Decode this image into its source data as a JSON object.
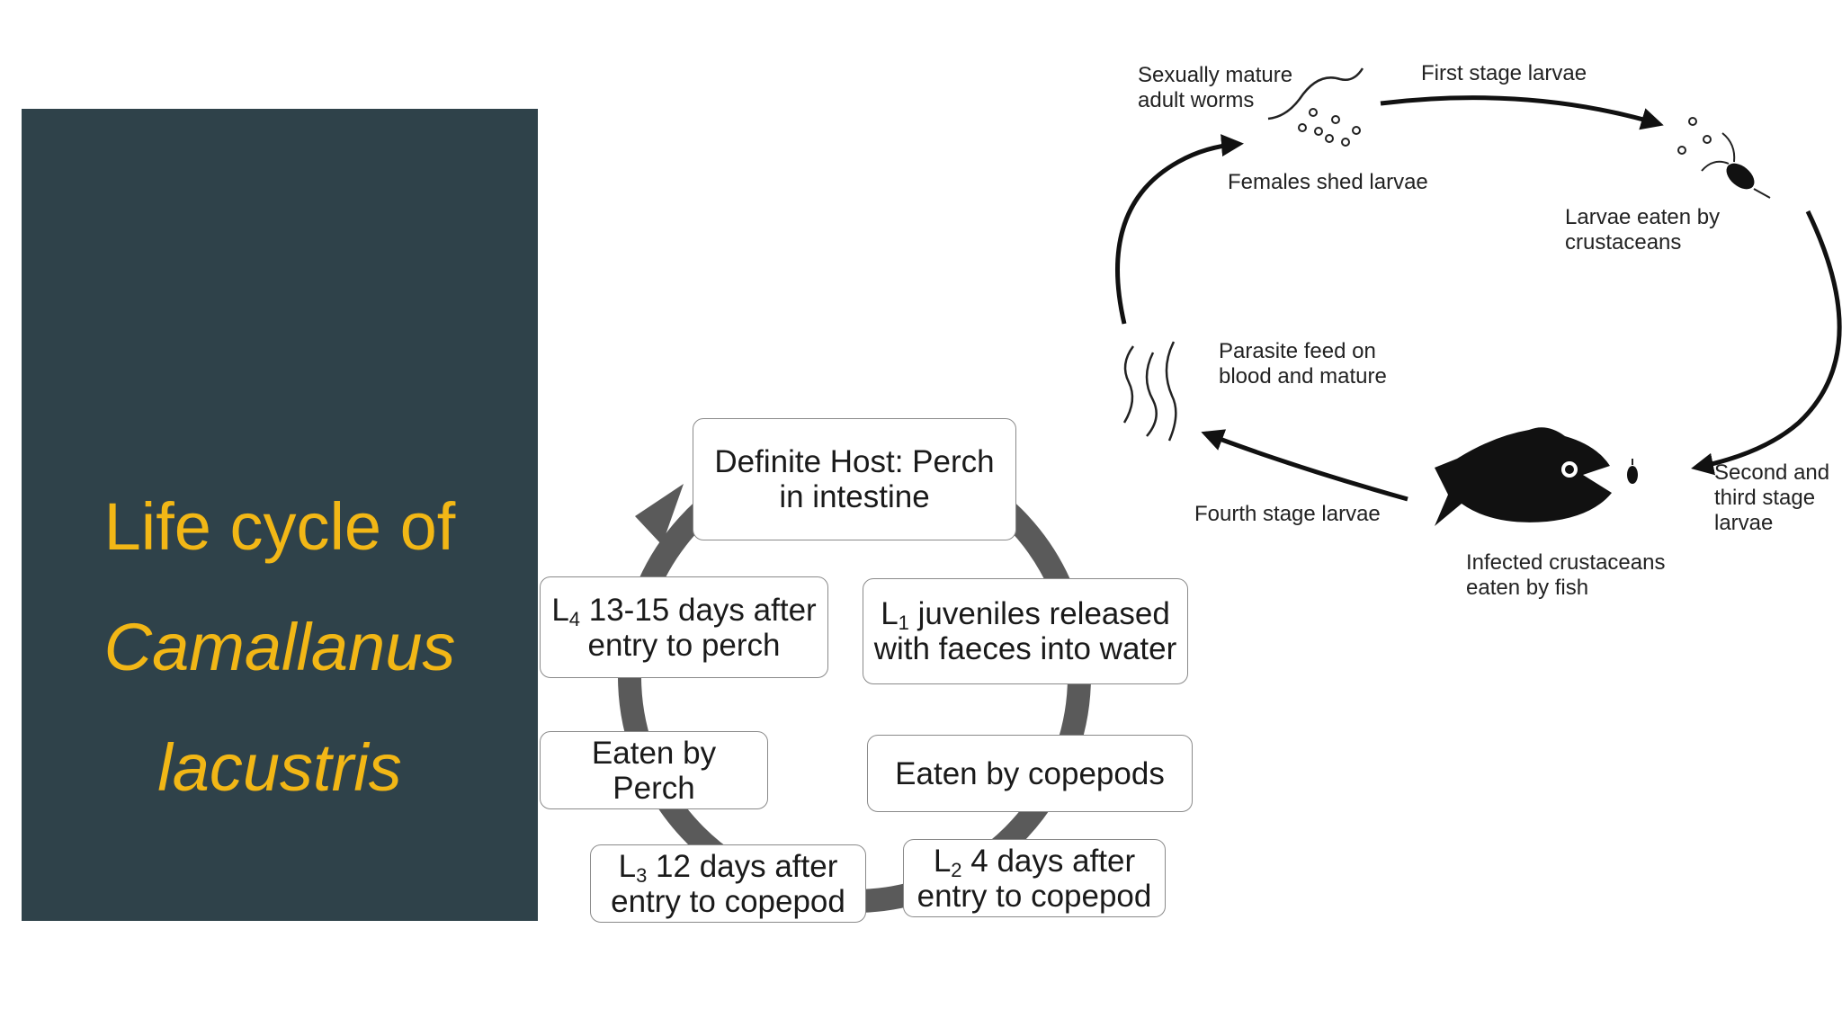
{
  "title": {
    "line1": "Life cycle of",
    "genus": "Camallanus",
    "species": "lacustris"
  },
  "cycle_boxes": {
    "definite_host": "Definite Host: Perch in intestine",
    "l1": {
      "stage": "L",
      "sub": "1",
      "text": " juveniles released with faeces into water"
    },
    "eaten_copepods": "Eaten by copepods",
    "l2": {
      "stage": "L",
      "sub": "2",
      "text": " 4 days after entry to copepod"
    },
    "l3": {
      "stage": "L",
      "sub": "3",
      "text": " 12 days after entry to copepod"
    },
    "eaten_perch": "Eaten by Perch",
    "l4": {
      "stage": "L",
      "sub": "4",
      "text": " 13-15 days after entry to perch"
    }
  },
  "illustration_labels": {
    "adult_worms": "Sexually mature\nadult worms",
    "first_stage": "First stage larvae",
    "females_shed": "Females shed larvae",
    "larvae_eaten": "Larvae eaten by crustaceans",
    "parasite_feed": "Parasite feed on\nblood and mature",
    "second_third": "Second and\nthird stage\nlarvae",
    "fourth_stage": "Fourth stage larvae",
    "infected_crustaceans": "Infected crustaceans\neaten by fish"
  },
  "colors": {
    "panel": "#2f424a",
    "title_text": "#f2b716",
    "cycle_ring": "#5a5a5a"
  }
}
